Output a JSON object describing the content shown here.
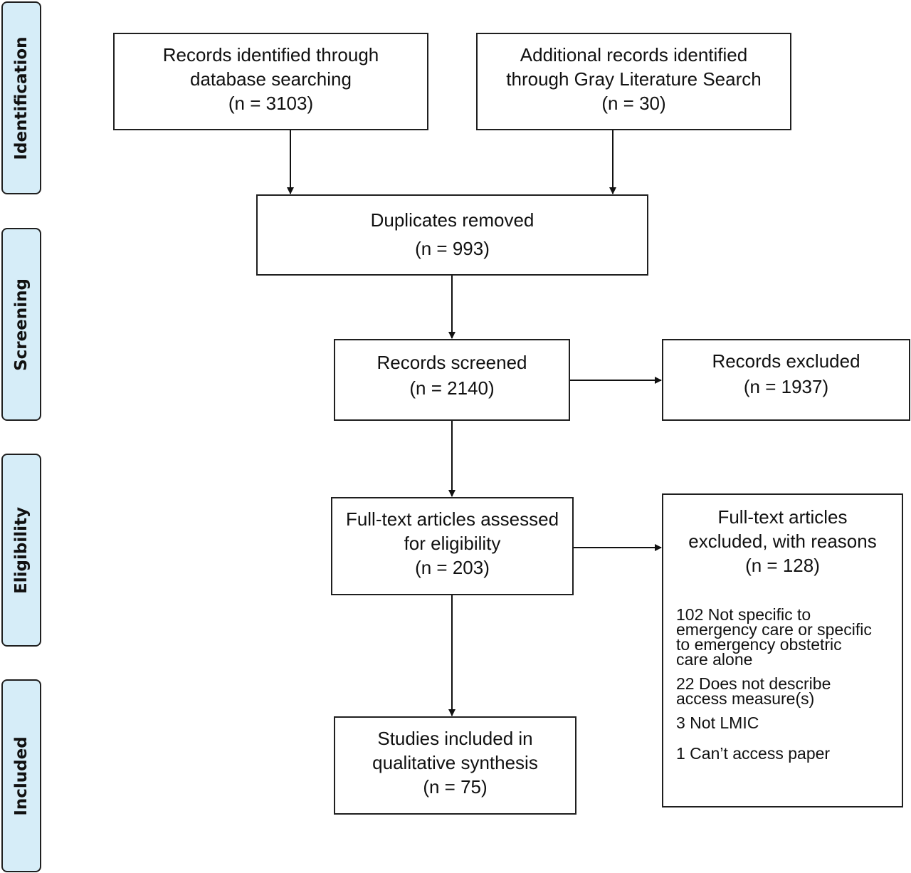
{
  "stages": [
    {
      "label": "Identification"
    },
    {
      "label": "Screening"
    },
    {
      "label": "Eligibility"
    },
    {
      "label": "Included"
    }
  ],
  "boxes": {
    "database": {
      "lines": [
        "Records identified through",
        "database searching",
        "(n = 3103)"
      ]
    },
    "gray": {
      "lines": [
        "Additional records identified",
        "through Gray Literature Search",
        "(n = 30)"
      ]
    },
    "duplicates": {
      "lines": [
        "Duplicates removed",
        "(n = 993)"
      ]
    },
    "screened": {
      "lines": [
        "Records screened",
        "(n = 2140)"
      ]
    },
    "excluded": {
      "lines": [
        "Records excluded",
        "(n = 1937)"
      ]
    },
    "fulltext": {
      "lines": [
        "Full-text articles assessed",
        "for eligibility",
        "(n = 203)"
      ]
    },
    "fulltext_excluded": {
      "lines": [
        "Full-text articles",
        "excluded, with reasons",
        "(n = 128)"
      ],
      "reasons": [
        [
          "102 Not specific to",
          "emergency care or specific",
          "to emergency obstetric",
          "care alone"
        ],
        [
          "22 Does not describe",
          "access measure(s)"
        ],
        [
          "3 Not LMIC"
        ],
        [
          "1 Can’t access paper"
        ]
      ]
    },
    "included": {
      "lines": [
        "Studies included in",
        "qualitative synthesis",
        "(n = 75)"
      ]
    }
  }
}
